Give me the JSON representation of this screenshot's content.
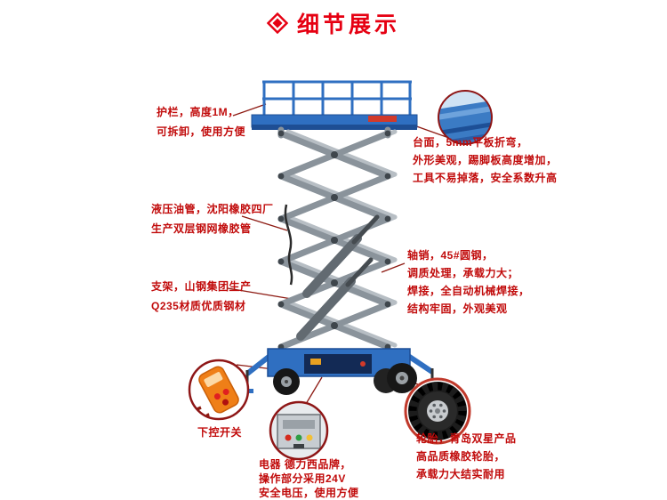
{
  "title": {
    "text": "细节展示",
    "icon": "diamond-icon",
    "color": "#e60012"
  },
  "annotations": {
    "guardrail": {
      "lines": [
        "护栏，高度1M，",
        "可拆卸，使用方便"
      ]
    },
    "hydraulic_hose": {
      "lines": [
        "液压油管，沈阳橡胶四厂",
        "生产双层钢网橡胶管"
      ]
    },
    "support_frame": {
      "lines": [
        "支架，山钢集团生产",
        "Q235材质优质钢材"
      ]
    },
    "lower_control_switch": {
      "lines": [
        "下控开关"
      ]
    },
    "platform_top": {
      "lines": [
        "台面，5mm平板折弯，",
        "外形美观，踢脚板高度增加，",
        "工具不易掉落，安全系数升高"
      ]
    },
    "axle_pin": {
      "lines": [
        "轴销，45#圆钢，",
        "调质处理，承载力大；",
        "焊接，全自动机械焊接，",
        "结构牢固，外观美观"
      ]
    },
    "tire": {
      "lines": [
        "轮胎，青岛双星产品",
        "高品质橡胶轮胎，",
        "承载力大结实耐用"
      ]
    },
    "electric": {
      "lines": [
        "电器 德力西品牌，",
        "操作部分采用24V",
        "安全电压，使用方便"
      ]
    }
  },
  "callouts": {
    "platform_detail": "platform-edge-photo",
    "controller": "handheld-controller-photo",
    "electric_box": "electric-control-box-photo",
    "tire": "rubber-tire-photo"
  },
  "colors": {
    "annotation_text": "#c10b0b",
    "title_red": "#e60012",
    "lift_blue": "#2f6fc1",
    "lift_blue_dark": "#1d4f96",
    "scissor_gray": "#8a939b",
    "leader_line": "#8d1a12"
  }
}
